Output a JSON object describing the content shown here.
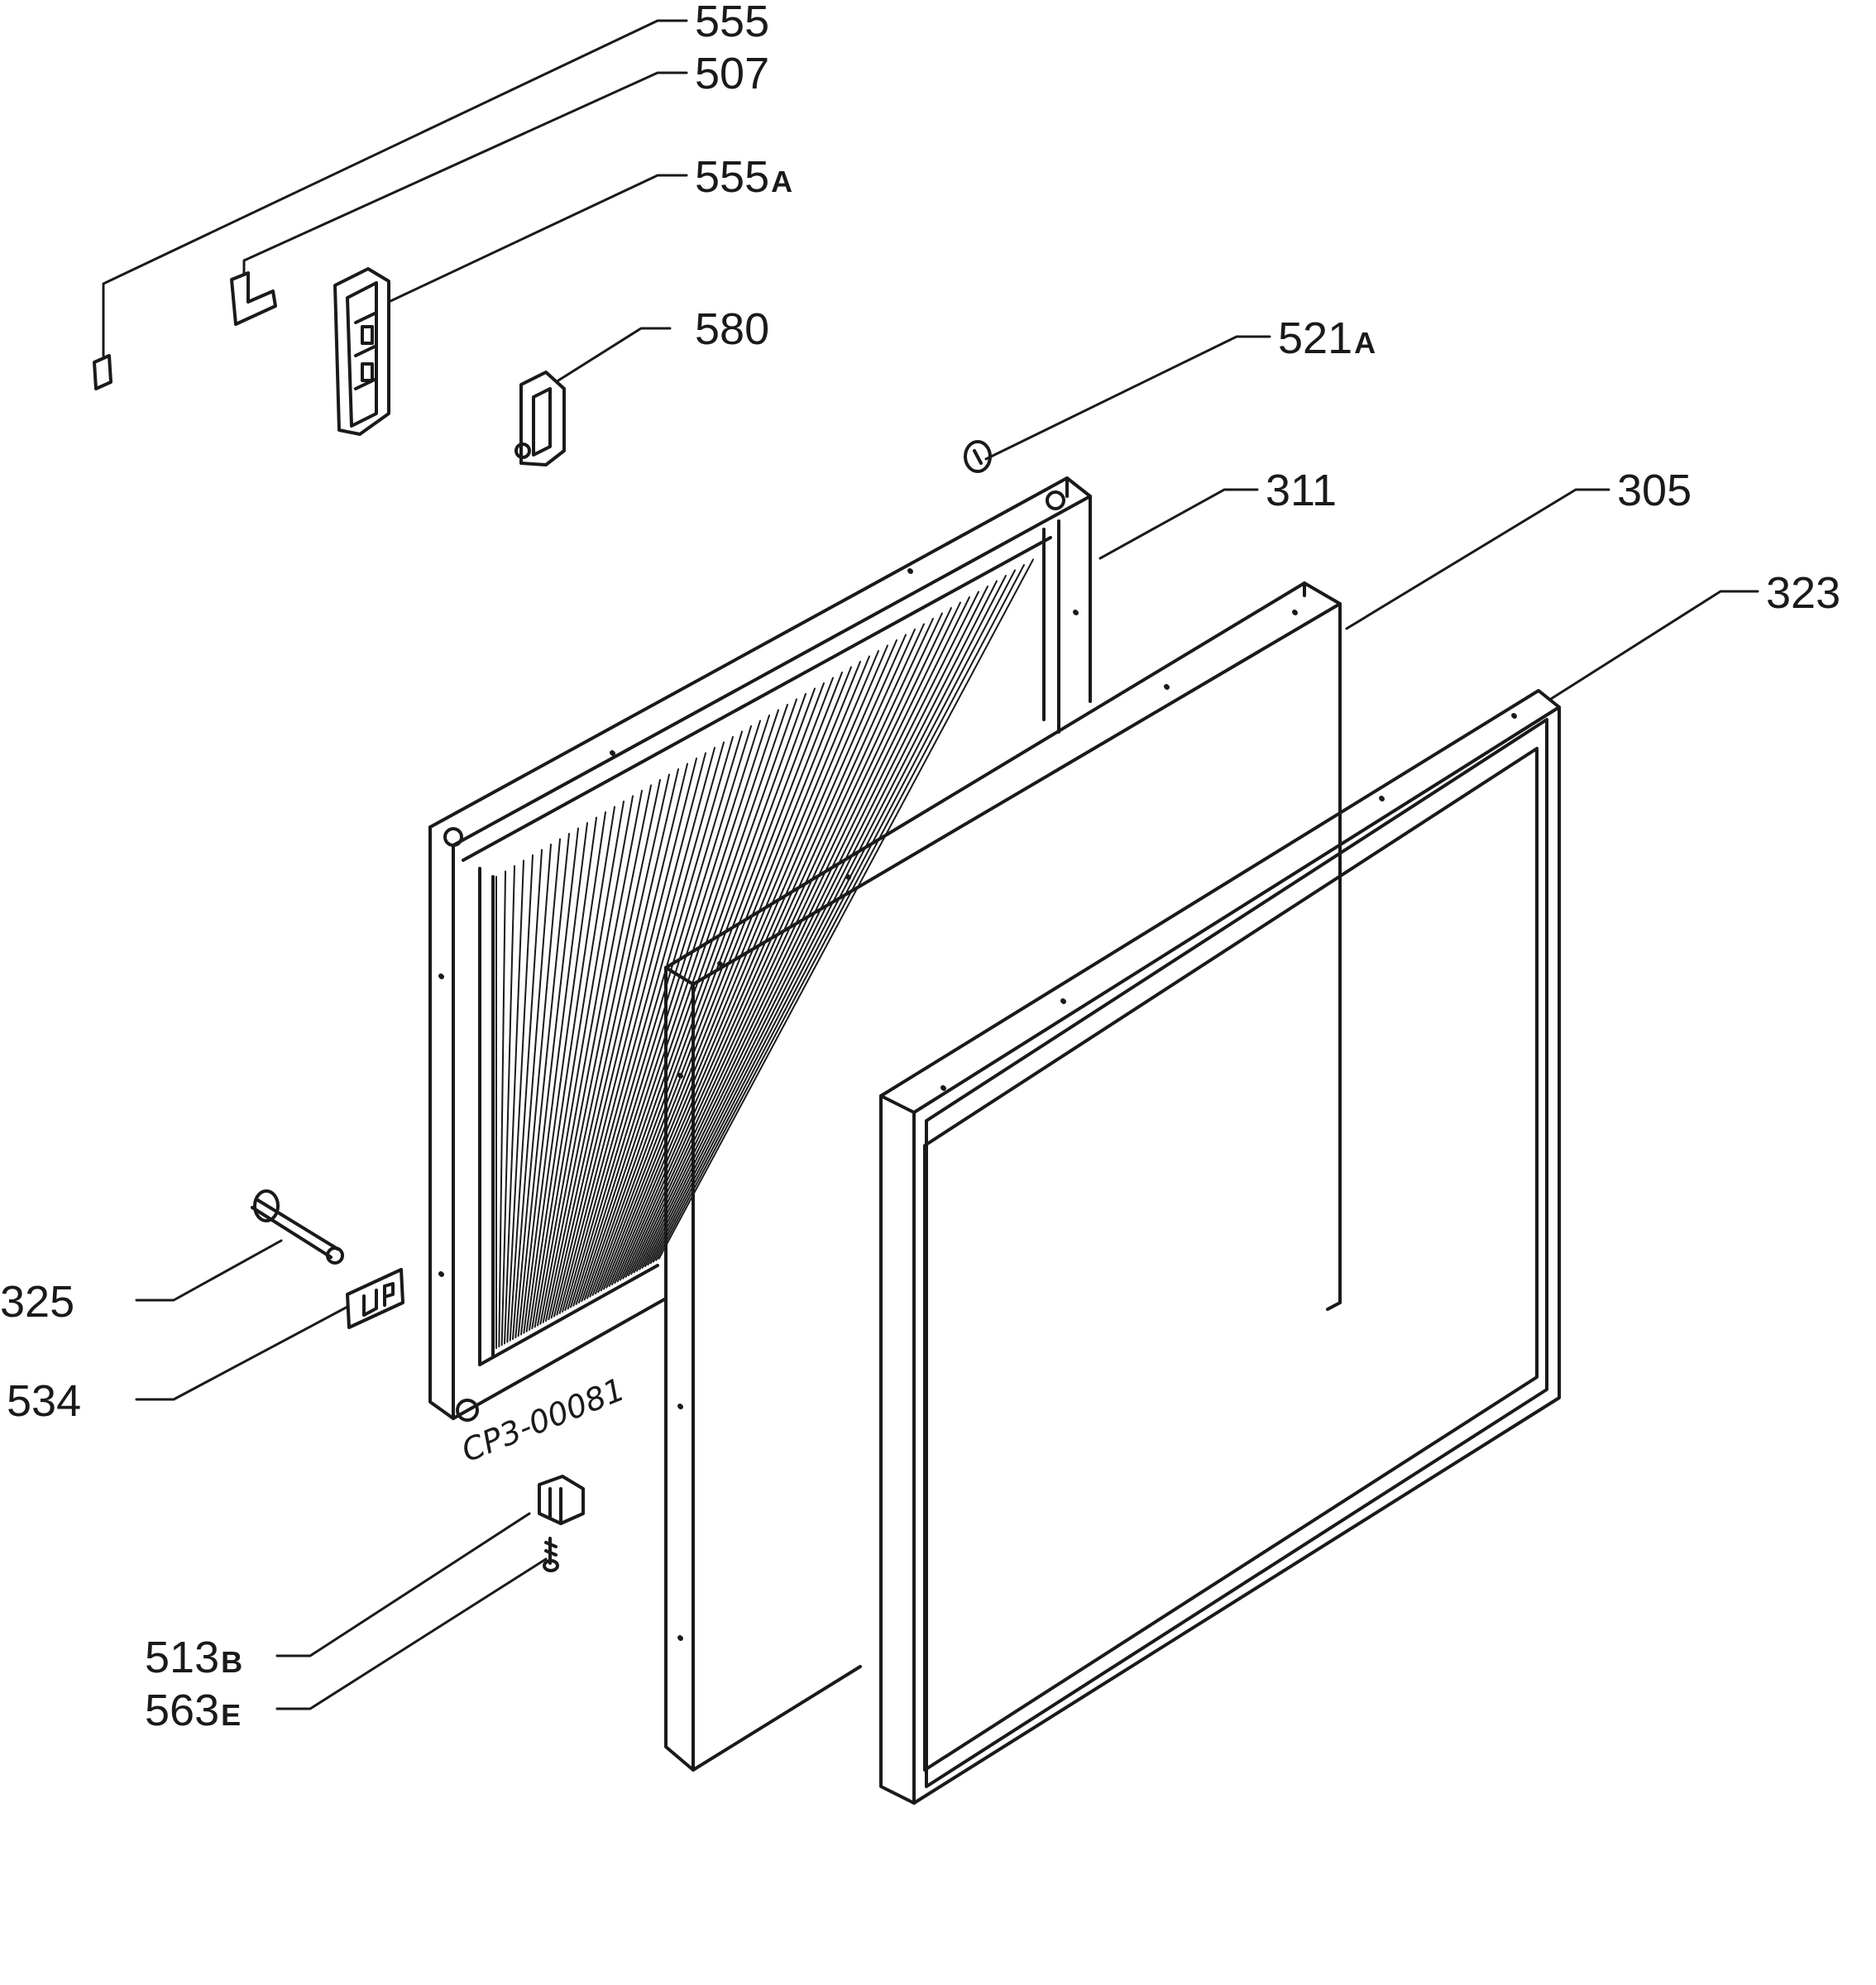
{
  "labels": {
    "l555": "555",
    "l507": "507",
    "l555a": "555",
    "l555a_suffix": "A",
    "l580": "580",
    "l521a": "521",
    "l521a_suffix": "A",
    "l311": "311",
    "l305": "305",
    "l323": "323",
    "l325": "325",
    "l534": "534",
    "l513b": "513",
    "l513b_suffix": "B",
    "l563e": "563",
    "l563e_suffix": "E"
  },
  "drawing_code": "CP3-00081",
  "colors": {
    "ink": "#1a1a1a",
    "paper": "#ffffff"
  }
}
